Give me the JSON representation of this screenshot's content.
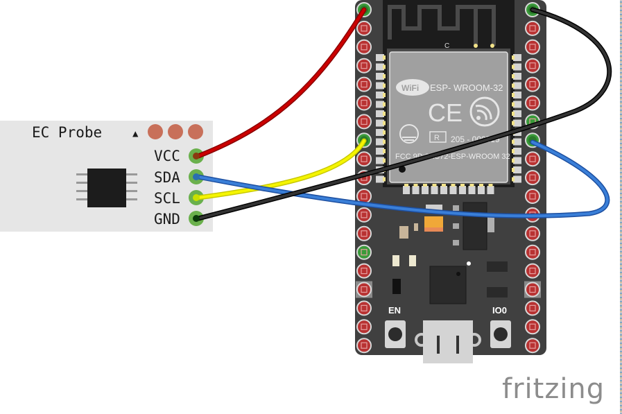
{
  "diagram": {
    "probe_board": {
      "title": "EC Probe",
      "marker": "▲",
      "pins": [
        "VCC",
        "SDA",
        "SCL",
        "GND"
      ]
    },
    "esp32_board": {
      "module_name": "ESP- WROOM-32",
      "wifi_logo_text": "WiFi",
      "ce_mark": "CE",
      "reg_mark": "R",
      "cert_number": "205 - 000519",
      "fcc_id": "FCC 9D:2AC72-ESP-WROOM 32",
      "antenna_label": "C",
      "button_en": "EN",
      "button_io0": "IO0"
    },
    "wires": [
      {
        "name": "vcc-wire",
        "color": "#cc0000",
        "from": "VCC",
        "to": "left pin 1"
      },
      {
        "name": "sda-wire",
        "color": "#2a6fd6",
        "from": "SDA",
        "to": "right pin 8"
      },
      {
        "name": "scl-wire",
        "color": "#f0f000",
        "from": "SCL",
        "to": "left pin 8"
      },
      {
        "name": "gnd-wire",
        "color": "#2a2a2a",
        "from": "GND",
        "to": "right pin 1"
      }
    ],
    "watermark": "fritzing"
  }
}
